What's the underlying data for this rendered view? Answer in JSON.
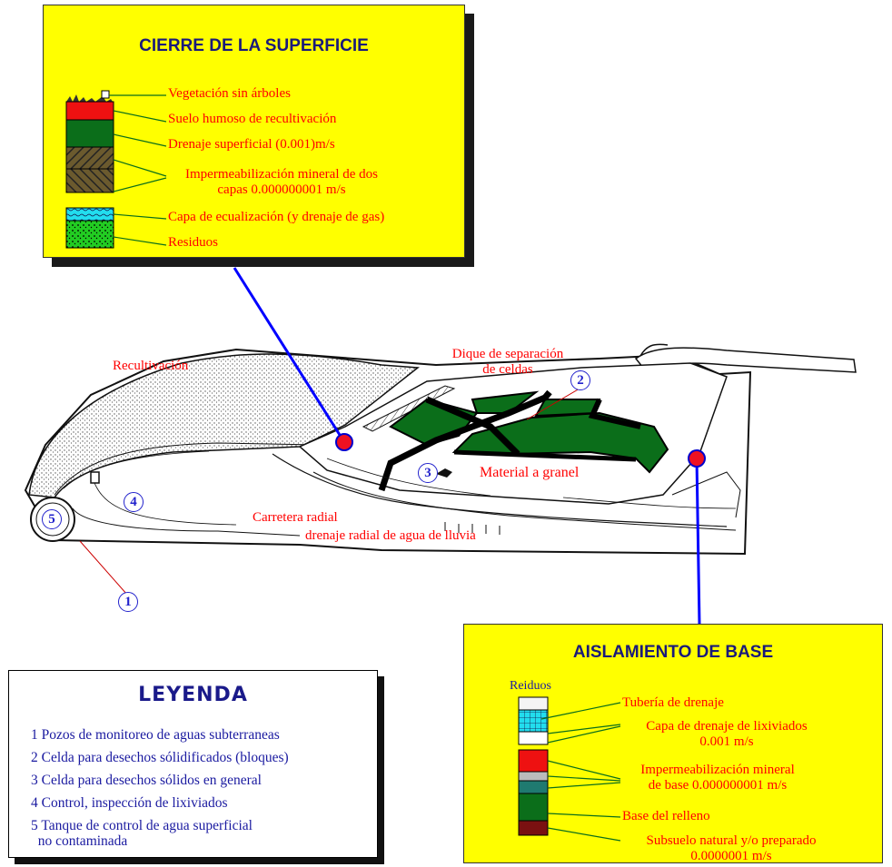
{
  "surface_panel": {
    "title": "CIERRE DE LA SUPERFICIE",
    "labels": {
      "vegetation": "Vegetación sin árboles",
      "humus": "Suelo humoso de recultivación",
      "drainage": "Drenaje superficial (0.001)m/s",
      "mineral_1": "Impermeabilización mineral de dos",
      "mineral_2": "capas 0.000000001 m/s",
      "equalization": "Capa de ecualización (y drenaje de gas)",
      "waste": "Residuos"
    }
  },
  "base_panel": {
    "title": "AISLAMIENTO DE BASE",
    "labels": {
      "waste": "Reiduos",
      "pipe": "Tubería de drenaje",
      "leachate_1": "Capa de drenaje de lixiviados",
      "leachate_2": "0.001 m/s",
      "mineral_1": "Impermeabilización mineral",
      "mineral_2": "de base 0.000000001 m/s",
      "fill_base": "Base del relleno",
      "subsoil_1": "Subsuelo natural y/o preparado",
      "subsoil_2": "0.0000001 m/s"
    }
  },
  "map_labels": {
    "recultivation": "Recultivación",
    "dike_1": "Dique de separación",
    "dike_2": "de celdas",
    "bulk": "Material a granel",
    "road": "Carretera radial",
    "rain_drain": "drenaje radial de agua de lluvia"
  },
  "markers": [
    "1",
    "2",
    "3",
    "4",
    "5"
  ],
  "legend": {
    "title": "LEYENDA",
    "items": [
      "1 Pozos de monitoreo de aguas subterraneas",
      "2 Celda para desechos sólidificados (bloques)",
      "3 Celda para desechos sólidos en general",
      "4 Control, inspección de lixiviados",
      "5 Tanque de control de agua superficial\n  no contaminada"
    ]
  },
  "colors": {
    "panel": "#ffff00",
    "label_red": "#ff0000",
    "connector_blue": "#0000ff",
    "cell_green": "#0b6e1a",
    "marker_blue": "#2222cc"
  }
}
